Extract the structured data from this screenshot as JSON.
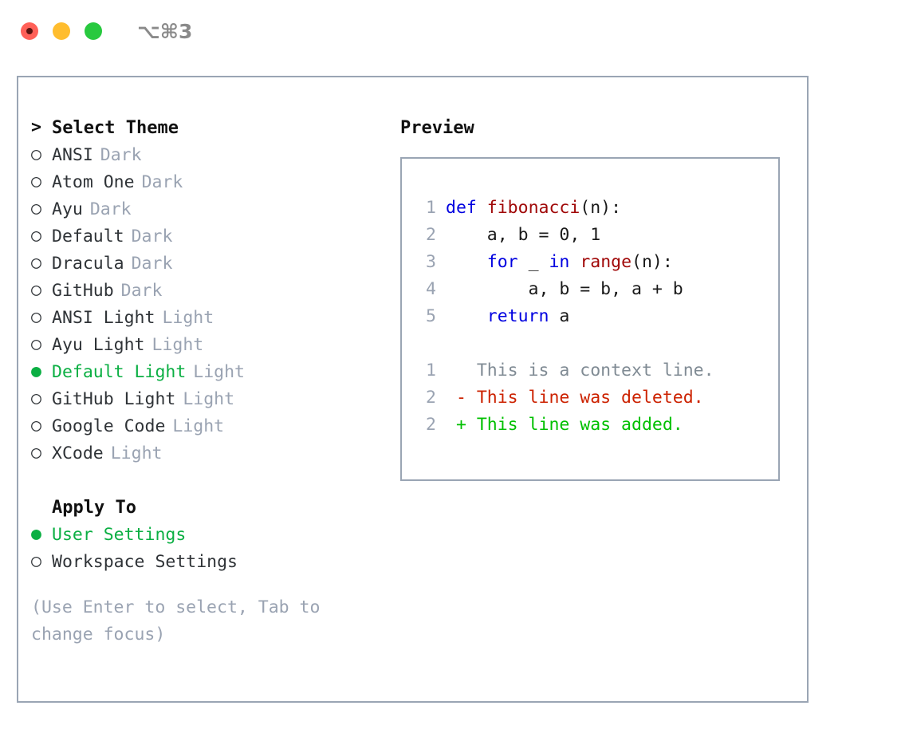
{
  "titlebar": {
    "shortcut": "⌥⌘3",
    "buttons": [
      {
        "name": "close",
        "color": "#FF6058"
      },
      {
        "name": "minimize",
        "color": "#FFBD2E"
      },
      {
        "name": "maximize",
        "color": "#28C93F"
      }
    ]
  },
  "theme_section": {
    "header": "Select Theme",
    "header_caret": ">",
    "items": [
      {
        "label": "ANSI",
        "suffix": "Dark",
        "selected": false,
        "bullet": "○"
      },
      {
        "label": "Atom One",
        "suffix": "Dark",
        "selected": false,
        "bullet": "○"
      },
      {
        "label": "Ayu",
        "suffix": "Dark",
        "selected": false,
        "bullet": "○"
      },
      {
        "label": "Default",
        "suffix": "Dark",
        "selected": false,
        "bullet": "○"
      },
      {
        "label": "Dracula",
        "suffix": "Dark",
        "selected": false,
        "bullet": "○"
      },
      {
        "label": "GitHub",
        "suffix": "Dark",
        "selected": false,
        "bullet": "○"
      },
      {
        "label": "ANSI Light",
        "suffix": "Light",
        "selected": false,
        "bullet": "○"
      },
      {
        "label": "Ayu Light",
        "suffix": "Light",
        "selected": false,
        "bullet": "○"
      },
      {
        "label": "Default Light",
        "suffix": "Light",
        "selected": true,
        "bullet": "●"
      },
      {
        "label": "GitHub Light",
        "suffix": "Light",
        "selected": false,
        "bullet": "○"
      },
      {
        "label": "Google Code",
        "suffix": "Light",
        "selected": false,
        "bullet": "○"
      },
      {
        "label": "XCode",
        "suffix": "Light",
        "selected": false,
        "bullet": "○"
      }
    ]
  },
  "apply_section": {
    "header": "Apply To",
    "items": [
      {
        "label": "User Settings",
        "selected": true,
        "bullet": "●"
      },
      {
        "label": "Workspace Settings",
        "selected": false,
        "bullet": "○"
      }
    ]
  },
  "help_text": "(Use Enter to select, Tab to change focus)",
  "preview": {
    "title": "Preview",
    "code_lines": [
      {
        "num": "1",
        "tokens": [
          {
            "t": "def",
            "c": "kw"
          },
          {
            "t": " ",
            "c": "pl"
          },
          {
            "t": "fibonacci",
            "c": "fn"
          },
          {
            "t": "(n):",
            "c": "pl"
          }
        ]
      },
      {
        "num": "2",
        "tokens": [
          {
            "t": "    a, b = 0, 1",
            "c": "pl"
          }
        ]
      },
      {
        "num": "3",
        "tokens": [
          {
            "t": "    ",
            "c": "pl"
          },
          {
            "t": "for",
            "c": "kw"
          },
          {
            "t": " _ ",
            "c": "pl"
          },
          {
            "t": "in",
            "c": "kw"
          },
          {
            "t": " ",
            "c": "pl"
          },
          {
            "t": "range",
            "c": "fn"
          },
          {
            "t": "(n):",
            "c": "pl"
          }
        ]
      },
      {
        "num": "4",
        "tokens": [
          {
            "t": "        a, b = b, a + b",
            "c": "pl"
          }
        ]
      },
      {
        "num": "5",
        "tokens": [
          {
            "t": "    ",
            "c": "pl"
          },
          {
            "t": "return",
            "c": "kw"
          },
          {
            "t": " a",
            "c": "pl"
          }
        ]
      }
    ],
    "diff_lines": [
      {
        "num": "1",
        "marker": " ",
        "text": "This is a context line.",
        "kind": "ctx"
      },
      {
        "num": "2",
        "marker": "-",
        "text": "This line was deleted.",
        "kind": "del"
      },
      {
        "num": "2",
        "marker": "+",
        "text": "This line was added.",
        "kind": "add"
      }
    ]
  },
  "colors": {
    "accent_green": "#0BAF43",
    "muted_gray": "#9AA3B2",
    "border": "#9AA5B4",
    "keyword_blue": "#0000E0",
    "function_red": "#A00808",
    "diff_delete": "#CC2200",
    "diff_add": "#00C000",
    "text": "#2F3337"
  }
}
